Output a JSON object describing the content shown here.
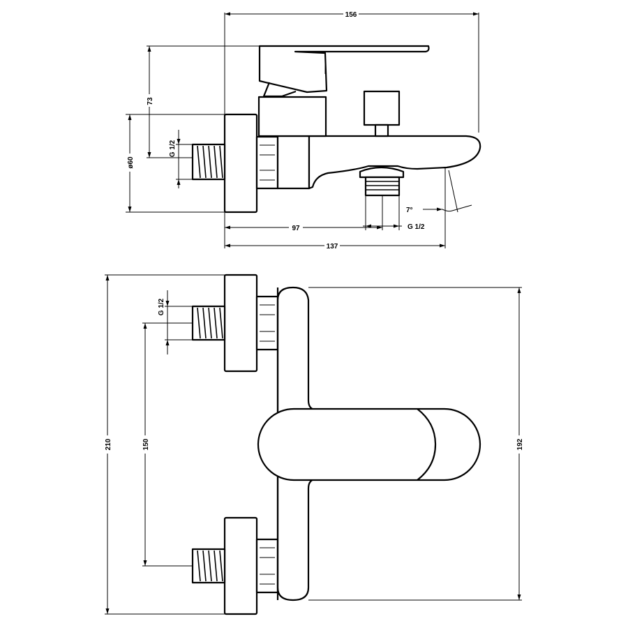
{
  "views": {
    "side": {
      "dimensions": {
        "overall_length": "156",
        "handle_height": "73",
        "rosette_diameter": "ø60",
        "inlet_thread": "G 1/2",
        "outlet_distance": "97",
        "spout_length": "137",
        "outlet_thread": "G 1/2",
        "spout_angle": "7°"
      }
    },
    "top": {
      "dimensions": {
        "overall_height": "210",
        "inlet_spacing": "150",
        "body_height": "192",
        "inlet_thread": "G 1/2"
      }
    }
  }
}
